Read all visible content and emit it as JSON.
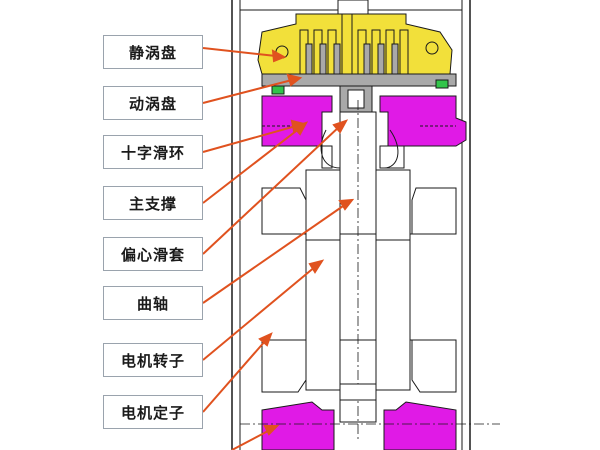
{
  "labels": [
    "静涡盘",
    "动涡盘",
    "十字滑环",
    "主支撑",
    "偏心滑套",
    "曲轴",
    "电机转子",
    "电机定子"
  ],
  "colors": {
    "fixed_scroll": "#f2e03a",
    "orbiting_scroll": "#a9a9a9",
    "main_bearing": "#e01ae6",
    "leader_line": "#e0521f",
    "outline": "#1a1a1a",
    "label_border": "#9aa3ad",
    "green_part": "#32c44a"
  }
}
